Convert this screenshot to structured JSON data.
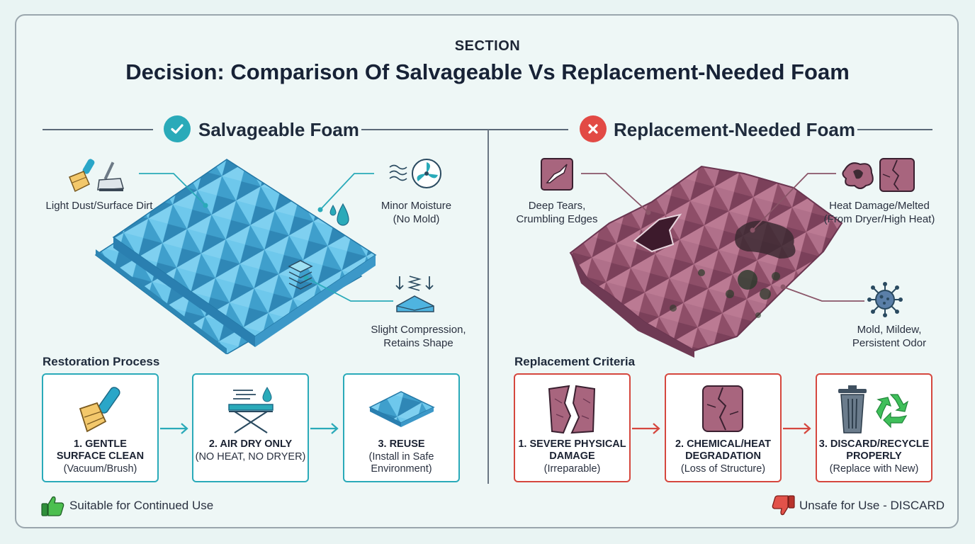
{
  "header": {
    "section": "SECTION",
    "title": "Decision:  Comparison Of Salvageable Vs Replacement-Needed Foam"
  },
  "left": {
    "heading": "Salvageable Foam",
    "callouts": {
      "dust": "Light Dust/Surface Dirt",
      "moisture_1": "Minor Moisture",
      "moisture_2": "(No Mold)",
      "compression_1": "Slight Compression,",
      "compression_2": "Retains Shape"
    },
    "process_title": "Restoration Process",
    "steps": [
      {
        "title_1": "1. GENTLE",
        "title_2": "SURFACE CLEAN",
        "sub": "(Vacuum/Brush)"
      },
      {
        "title_1": "2. AIR DRY ONLY",
        "sub": "(NO HEAT, NO DRYER)"
      },
      {
        "title_1": "3. REUSE",
        "sub_1": "(Install in Safe",
        "sub_2": "Environment)"
      }
    ],
    "footer": "Suitable for Continued Use"
  },
  "right": {
    "heading": "Replacement-Needed Foam",
    "callouts": {
      "tears_1": "Deep Tears,",
      "tears_2": "Crumbling Edges",
      "heat_1": "Heat Damage/Melted",
      "heat_2": "(From Dryer/High Heat)",
      "mold_1": "Mold, Mildew,",
      "mold_2": "Persistent Odor"
    },
    "criteria_title": "Replacement Criteria",
    "steps": [
      {
        "title_1": "1. SEVERE PHYSICAL",
        "title_2": "DAMAGE",
        "sub": "(Irreparable)"
      },
      {
        "title_1": "2. CHEMICAL/HEAT",
        "title_2": "DEGRADATION",
        "sub": "(Loss of Structure)"
      },
      {
        "title_1": "3. DISCARD/RECYCLE",
        "title_2": "PROPERLY",
        "sub": "(Replace with New)"
      }
    ],
    "footer": "Unsafe for Use - DISCARD"
  },
  "colors": {
    "teal": "#2aaab9",
    "red": "#d5473e",
    "foam_blue": "#5bbfe6",
    "foam_damaged": "#a8657e"
  }
}
